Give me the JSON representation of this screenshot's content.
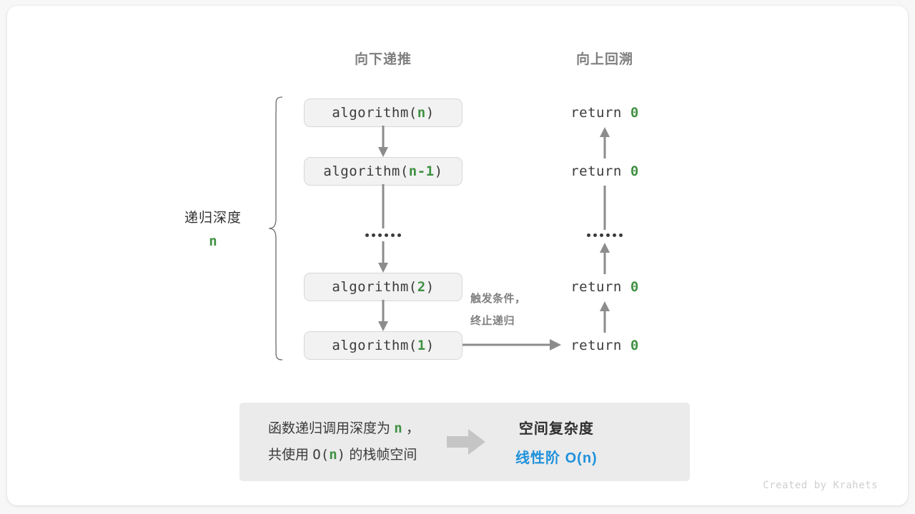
{
  "headings": {
    "down": "向下递推",
    "up": "向上回溯"
  },
  "call_stack": [
    {
      "prefix": "algorithm(",
      "arg": "n",
      "suffix": ")"
    },
    {
      "prefix": "algorithm(",
      "arg": "n-1",
      "suffix": ")"
    },
    {
      "prefix": "algorithm(",
      "arg": "2",
      "suffix": ")"
    },
    {
      "prefix": "algorithm(",
      "arg": "1",
      "suffix": ")"
    }
  ],
  "returns": [
    {
      "keyword": "return",
      "value": "0"
    },
    {
      "keyword": "return",
      "value": "0"
    },
    {
      "keyword": "return",
      "value": "0"
    },
    {
      "keyword": "return",
      "value": "0"
    }
  ],
  "ellipsis": {
    "dot_count": 6
  },
  "depth": {
    "label": "递归深度",
    "value": "n"
  },
  "terminate_note": {
    "line1": "触发条件，",
    "line2": "终止递归"
  },
  "summary": {
    "left_line1_a": "函数递归调用深度为",
    "left_line1_n": "n",
    "left_line1_b": "，",
    "left_line2_a": "共使用",
    "left_line2_big_o_open": "O(",
    "left_line2_n": "n",
    "left_line2_big_o_close": ")",
    "left_line2_b": "的栈帧空间",
    "right_title": "空间复杂度",
    "right_value": "线性阶 O(n)"
  },
  "watermark": "Created by Krahets",
  "colors": {
    "green": "#3f9142",
    "blue": "#1f91db",
    "arrow_gray": "#8c8c8c",
    "heading_gray": "#7f7f7f",
    "box_fill": "#f2f2f2",
    "box_border": "#d8d8d8",
    "panel_fill": "#ebebeb"
  }
}
